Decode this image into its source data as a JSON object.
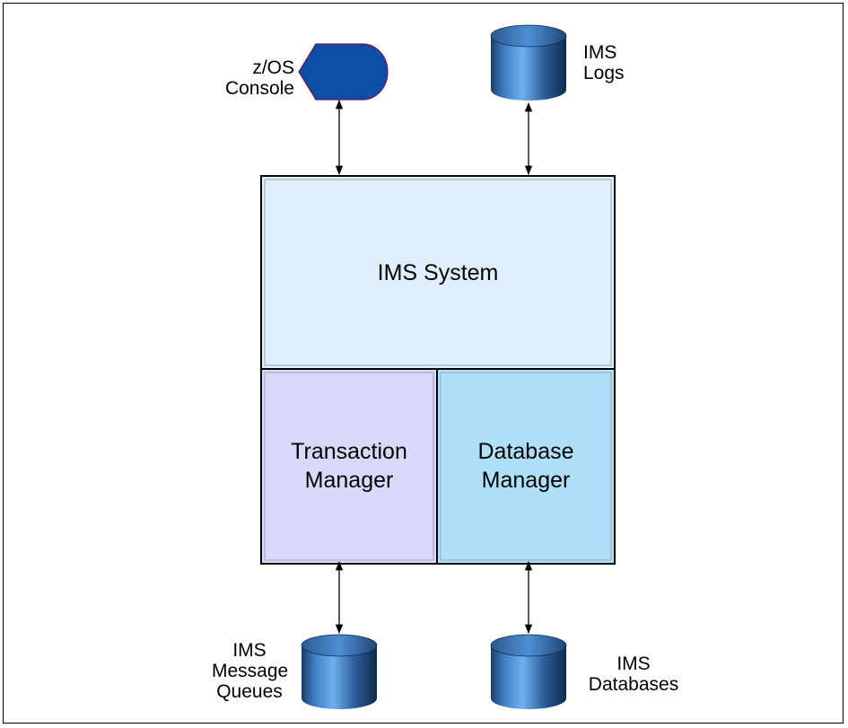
{
  "diagram": {
    "system": {
      "label": "IMS System"
    },
    "transaction_manager": {
      "line1": "Transaction",
      "line2": "Manager"
    },
    "database_manager": {
      "line1": "Database",
      "line2": "Manager"
    },
    "console": {
      "line1": "z/OS",
      "line2": "Console"
    },
    "logs": {
      "line1": "IMS",
      "line2": "Logs"
    },
    "message_queues": {
      "line1": "IMS",
      "line2": "Message",
      "line3": "Queues"
    },
    "databases": {
      "line1": "IMS",
      "line2": "Databases"
    }
  },
  "colors": {
    "system_fill": "#dff0fd",
    "transaction_fill": "#d9d9fb",
    "database_fill": "#afe0fb",
    "console_fill": "#0d4fa6",
    "cylinder_dark": "#123a64",
    "cylinder_light": "#5a9ee6"
  }
}
